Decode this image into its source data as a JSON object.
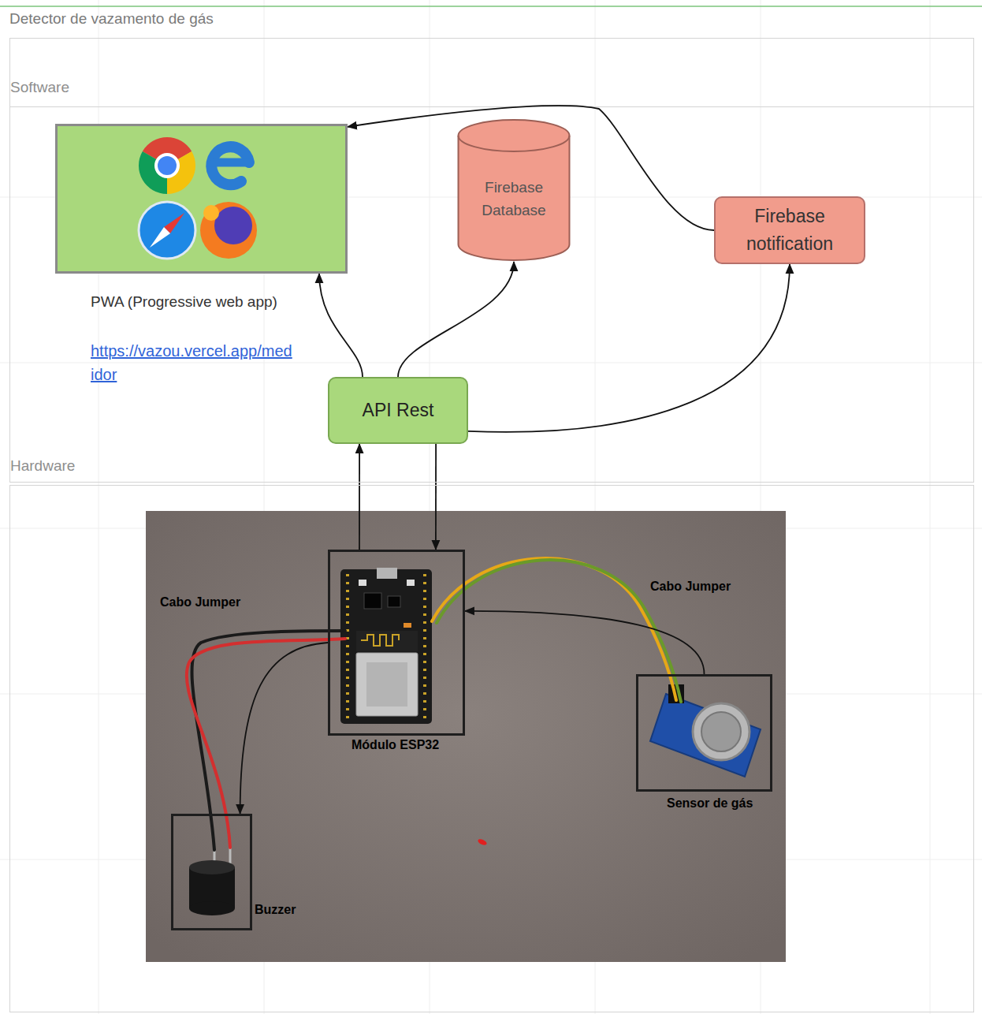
{
  "diagram": {
    "title": "Detector de vazamento de gás",
    "nodes": [
      {
        "text": [
          "Software"
        ]
      },
      {
        "text": [
          "Hardware"
        ]
      },
      {
        "text": [
          "PWA (Progressive web app)",
          "https://vazou.vercel.app/medidor"
        ],
        "in": 0
      },
      {
        "text": [
          "Firebase Database"
        ],
        "in": 0
      },
      {
        "text": [
          "Firebase notification"
        ],
        "in": 0
      },
      {
        "text": [
          "API Rest"
        ],
        "in": 0
      },
      {
        "text": [
          "Módulo ESP32"
        ],
        "in": 1
      },
      {
        "text": [
          "Sensor de gás"
        ],
        "in": 1
      },
      {
        "text": [
          "Buzzer"
        ],
        "in": 1
      }
    ],
    "edges": [
      {
        "from": 5,
        "to": 2,
        "arrow": "to"
      },
      {
        "from": 5,
        "to": 3,
        "arrow": "to"
      },
      {
        "from": 5,
        "to": 4,
        "arrow": "to"
      },
      {
        "from": 4,
        "to": 2,
        "arrow": "to"
      },
      {
        "from": 6,
        "to": 5,
        "arrow": "to"
      },
      {
        "from": 5,
        "to": 6,
        "arrow": "to"
      },
      {
        "from": 7,
        "to": 6,
        "arrow": "to"
      },
      {
        "from": 6,
        "to": 8,
        "arrow": "to"
      }
    ],
    "labels": [
      "Cabo Jumper",
      "Cabo Jumper"
    ]
  }
}
